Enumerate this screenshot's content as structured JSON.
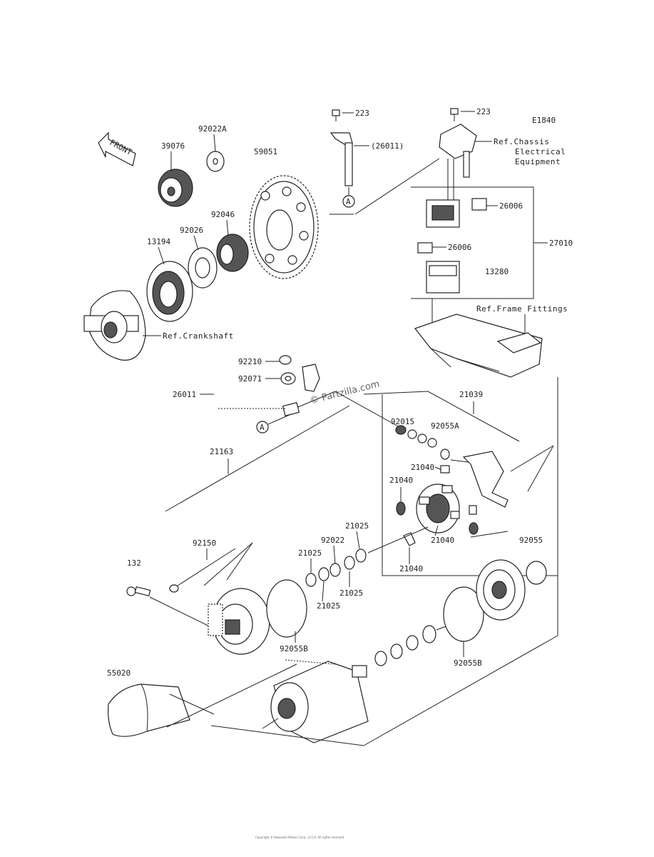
{
  "diagram_code": "E1840",
  "front_label": "FRONT",
  "watermark": "© Partzilla.com",
  "callout_a": "A",
  "footer_copyright": "Copyright © Kawasaki Motors Corp., U.S.A. All rights reserved.",
  "refs": {
    "chassis_1": "Ref.Chassis",
    "chassis_2": "Electrical",
    "chassis_3": "Equipment",
    "frame": "Ref.Frame Fittings",
    "crankshaft": "Ref.Crankshaft"
  },
  "labels": {
    "p223a": "223",
    "p223b": "223",
    "p26011a": "(26011)",
    "p26006a": "26006",
    "p26006b": "26006",
    "p27010": "27010",
    "p13280": "13280",
    "p92022a": "92022A",
    "p39076": "39076",
    "p59051": "59051",
    "p92046": "92046",
    "p92026": "92026",
    "p13194": "13194",
    "p92210": "92210",
    "p92071": "92071",
    "p26011b": "26011",
    "p21039": "21039",
    "p92015": "92015",
    "p92055a": "92055A",
    "p21163": "21163",
    "p21040a": "21040",
    "p21040b": "21040",
    "p21040c": "21040",
    "p21040d": "21040",
    "p21025a": "21025",
    "p21025b": "21025",
    "p21025c": "21025",
    "p21025d": "21025",
    "p92022": "92022",
    "p92150": "92150",
    "p132": "132",
    "p92055": "92055",
    "p92055b1": "92055B",
    "p92055b2": "92055B",
    "p55020": "55020"
  }
}
